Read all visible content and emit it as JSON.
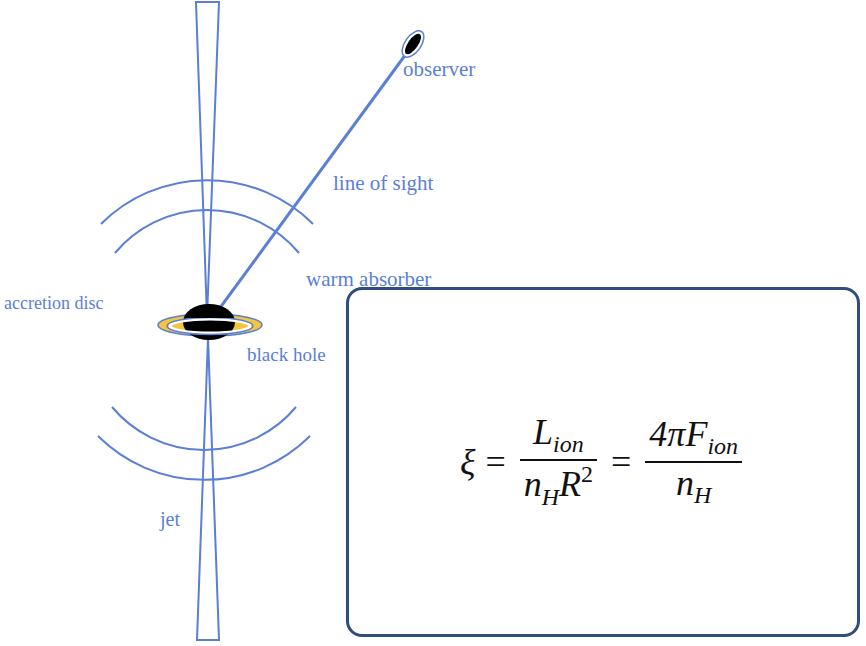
{
  "diagram": {
    "nodes": [
      {
        "text": [
          "ξ",
          "=",
          "L",
          "ion",
          "n",
          "H",
          "R",
          "2",
          "=",
          "4πF",
          "ion",
          "n",
          "H"
        ]
      }
    ],
    "labels": [
      "observer",
      "line of sight",
      "warm absorber",
      "accretion disc",
      "black hole",
      "jet"
    ]
  }
}
